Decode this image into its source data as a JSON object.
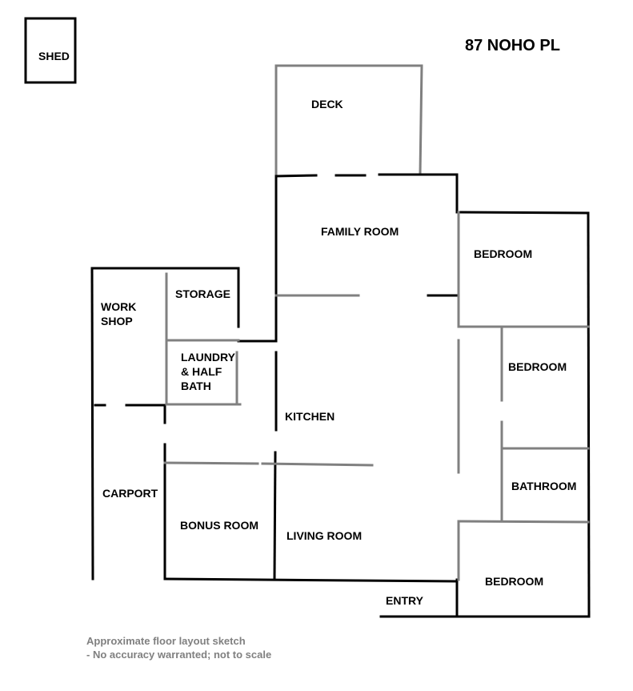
{
  "address": "87 NOHO PL",
  "rooms": {
    "shed": "SHED",
    "deck": "DECK",
    "family_room": "FAMILY ROOM",
    "bedroom_1": "BEDROOM",
    "work_shop_line1": "WORK",
    "work_shop_line2": "SHOP",
    "storage": "STORAGE",
    "laundry_line1": "LAUNDRY",
    "laundry_line2": "& HALF",
    "laundry_line3": "BATH",
    "bedroom_2": "BEDROOM",
    "kitchen": "KITCHEN",
    "bathroom": "BATHROOM",
    "carport": "CARPORT",
    "bonus_room": "BONUS ROOM",
    "living_room": "LIVING ROOM",
    "bedroom_3": "BEDROOM",
    "entry": "ENTRY"
  },
  "disclaimer": {
    "line1": "Approximate floor layout sketch",
    "line2": "- No accuracy warranted; not to scale"
  },
  "colors": {
    "exterior_wall": "#000000",
    "interior_wall": "#808080",
    "disclaimer_text": "#808080"
  }
}
